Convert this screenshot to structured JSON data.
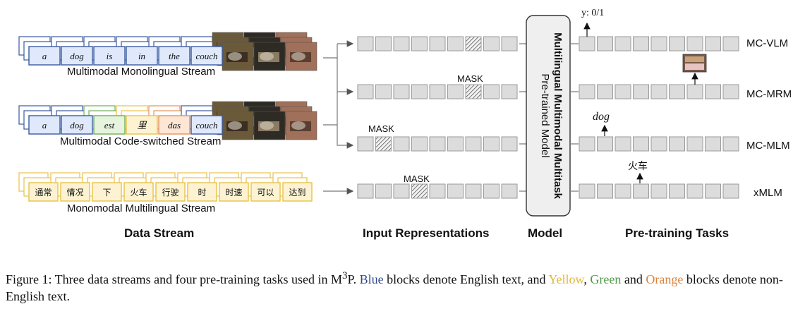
{
  "streams": [
    {
      "title": "Multimodal Monolingual Stream",
      "tokens": [
        "a",
        "dog",
        "is",
        "in",
        "the",
        "couch"
      ],
      "colors": [
        "blue",
        "blue",
        "blue",
        "blue",
        "blue",
        "blue"
      ]
    },
    {
      "title": "Multimodal Code-switched Stream",
      "tokens": [
        "a",
        "dog",
        "est",
        "里",
        "das",
        "couch"
      ],
      "colors": [
        "blue",
        "blue",
        "green",
        "yellow",
        "orange",
        "blue"
      ]
    },
    {
      "title": "Monomodal Multilingual Stream",
      "tokens": [
        "通常",
        "情况",
        "下",
        "火车",
        "行驶",
        "时",
        "时速",
        "可以",
        "达到"
      ],
      "colors": [
        "yellow",
        "yellow",
        "yellow",
        "yellow",
        "yellow",
        "yellow",
        "yellow",
        "yellow",
        "yellow"
      ]
    }
  ],
  "mask_label": "MASK",
  "model_label_line1": "Multilingual Multimodal Multitask",
  "model_label_line2": "Pre-trained Model",
  "outputs": {
    "vlm": "y: 0/1",
    "mlm": "dog",
    "xmlm": "火车"
  },
  "tasks": [
    "MC-VLM",
    "MC-MRM",
    "MC-MLM",
    "xMLM"
  ],
  "sections": {
    "data": "Data Stream",
    "input": "Input Representations",
    "model": "Model",
    "tasks": "Pre-training Tasks"
  },
  "colors": {
    "blue": "#3b5ba0",
    "blue_fill": "#dfe9fb",
    "green": "#6fae5e",
    "green_fill": "#e6f4de",
    "yellow": "#e8c24a",
    "yellow_fill": "#fdf3d2",
    "orange": "#e4935a",
    "orange_fill": "#fde6d4",
    "cell": "#dcdcdc",
    "cell_border": "#9a9a9a"
  },
  "caption": {
    "p1": "Figure 1: Three data streams and four pre-training tasks used in M",
    "sup": "3",
    "p2": "P. ",
    "blue": "Blue",
    "p3": " blocks denote English text, and ",
    "yellow": "Yellow",
    "p4": ", ",
    "green": "Green",
    "p5": " and ",
    "orange": "Orange",
    "p6": " blocks denote non-English text."
  }
}
